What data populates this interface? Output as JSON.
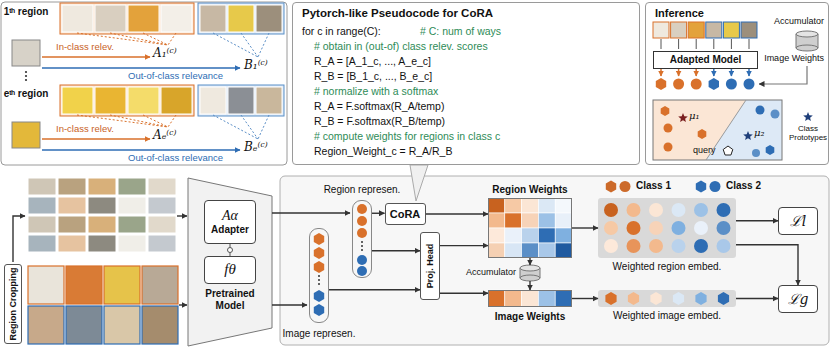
{
  "diagram": {
    "nodes": [
      {
        "text": [
          "Pytorch-like Pseudocode for CoRA"
        ]
      },
      {
        "text": [
          "Inference"
        ]
      },
      {
        "text": [
          "Adapted Model"
        ],
        "in": 1
      },
      {
        "text": [
          "Accumulator",
          "Image Weights"
        ],
        "in": 1
      },
      {
        "text": [
          "Region Cropping"
        ]
      },
      {
        "text": [
          "Aα",
          "Adapter"
        ]
      },
      {
        "text": [
          "fθ",
          "Pretrained Model"
        ]
      },
      {
        "text": [
          "Region represen."
        ]
      },
      {
        "text": [
          "Image represen."
        ]
      },
      {
        "text": [
          "CoRA"
        ]
      },
      {
        "text": [
          "Proj. Head"
        ]
      },
      {
        "text": [
          "Region Weights"
        ]
      },
      {
        "text": [
          "Accumulator"
        ]
      },
      {
        "text": [
          "Image Weights"
        ]
      },
      {
        "text": [
          "Weighted region embed."
        ]
      },
      {
        "text": [
          "Weighted image embed."
        ]
      },
      {
        "text": [
          "ℒl"
        ]
      },
      {
        "text": [
          "ℒg"
        ]
      }
    ],
    "edges": [
      {
        "from": 7,
        "to": 9,
        "arrow": "to"
      },
      {
        "from": 9,
        "to": 11,
        "arrow": "to"
      },
      {
        "from": 7,
        "to": 10,
        "arrow": "to"
      },
      {
        "from": 8,
        "to": 10,
        "arrow": "to"
      },
      {
        "from": 10,
        "to": 11,
        "arrow": "to"
      },
      {
        "from": 10,
        "to": 13,
        "arrow": "to"
      },
      {
        "from": 11,
        "to": 12,
        "arrow": "to"
      },
      {
        "from": 12,
        "to": 13,
        "arrow": "to"
      },
      {
        "from": 11,
        "to": 14,
        "arrow": "to"
      },
      {
        "from": 13,
        "to": 15,
        "arrow": "to"
      },
      {
        "from": 14,
        "to": 16,
        "arrow": "to"
      },
      {
        "from": 15,
        "to": 17,
        "arrow": "to"
      },
      {
        "from": 14,
        "to": 17,
        "arrow": "to"
      }
    ],
    "labels": [
      "1ᵗʰ region",
      "In-class relev.",
      "A₁⁽ᶜ⁾",
      "Out-of-class relevance",
      "B₁⁽ᶜ⁾",
      "eᵗʰ region",
      "In-class relev.",
      "Aₑ⁽ᶜ⁾",
      "Out-of-class relevance",
      "Bₑ⁽ᶜ⁾",
      "for c in range(C):",
      "# C: num of ways",
      "# obtain in (out-of) class relev. scores",
      "R_A = [A_1_c, ..., A_e_c]",
      "R_B = [B_1_c, ..., B_e_c]",
      "# normalize with a softmax",
      "R_A = F.softmax(R_A/temp)",
      "R_B = F.softmax(R_B/temp)",
      "# compute weights for regions in class c",
      "Region_Weight_c = R_A/R_B",
      "μ₁",
      "μ₂",
      "query",
      "Class Prototypes"
    ],
    "legend": [
      {
        "text": "Class 1",
        "color": "#cc6a2a"
      },
      {
        "text": "Class 2",
        "color": "#2e6db4"
      }
    ]
  }
}
